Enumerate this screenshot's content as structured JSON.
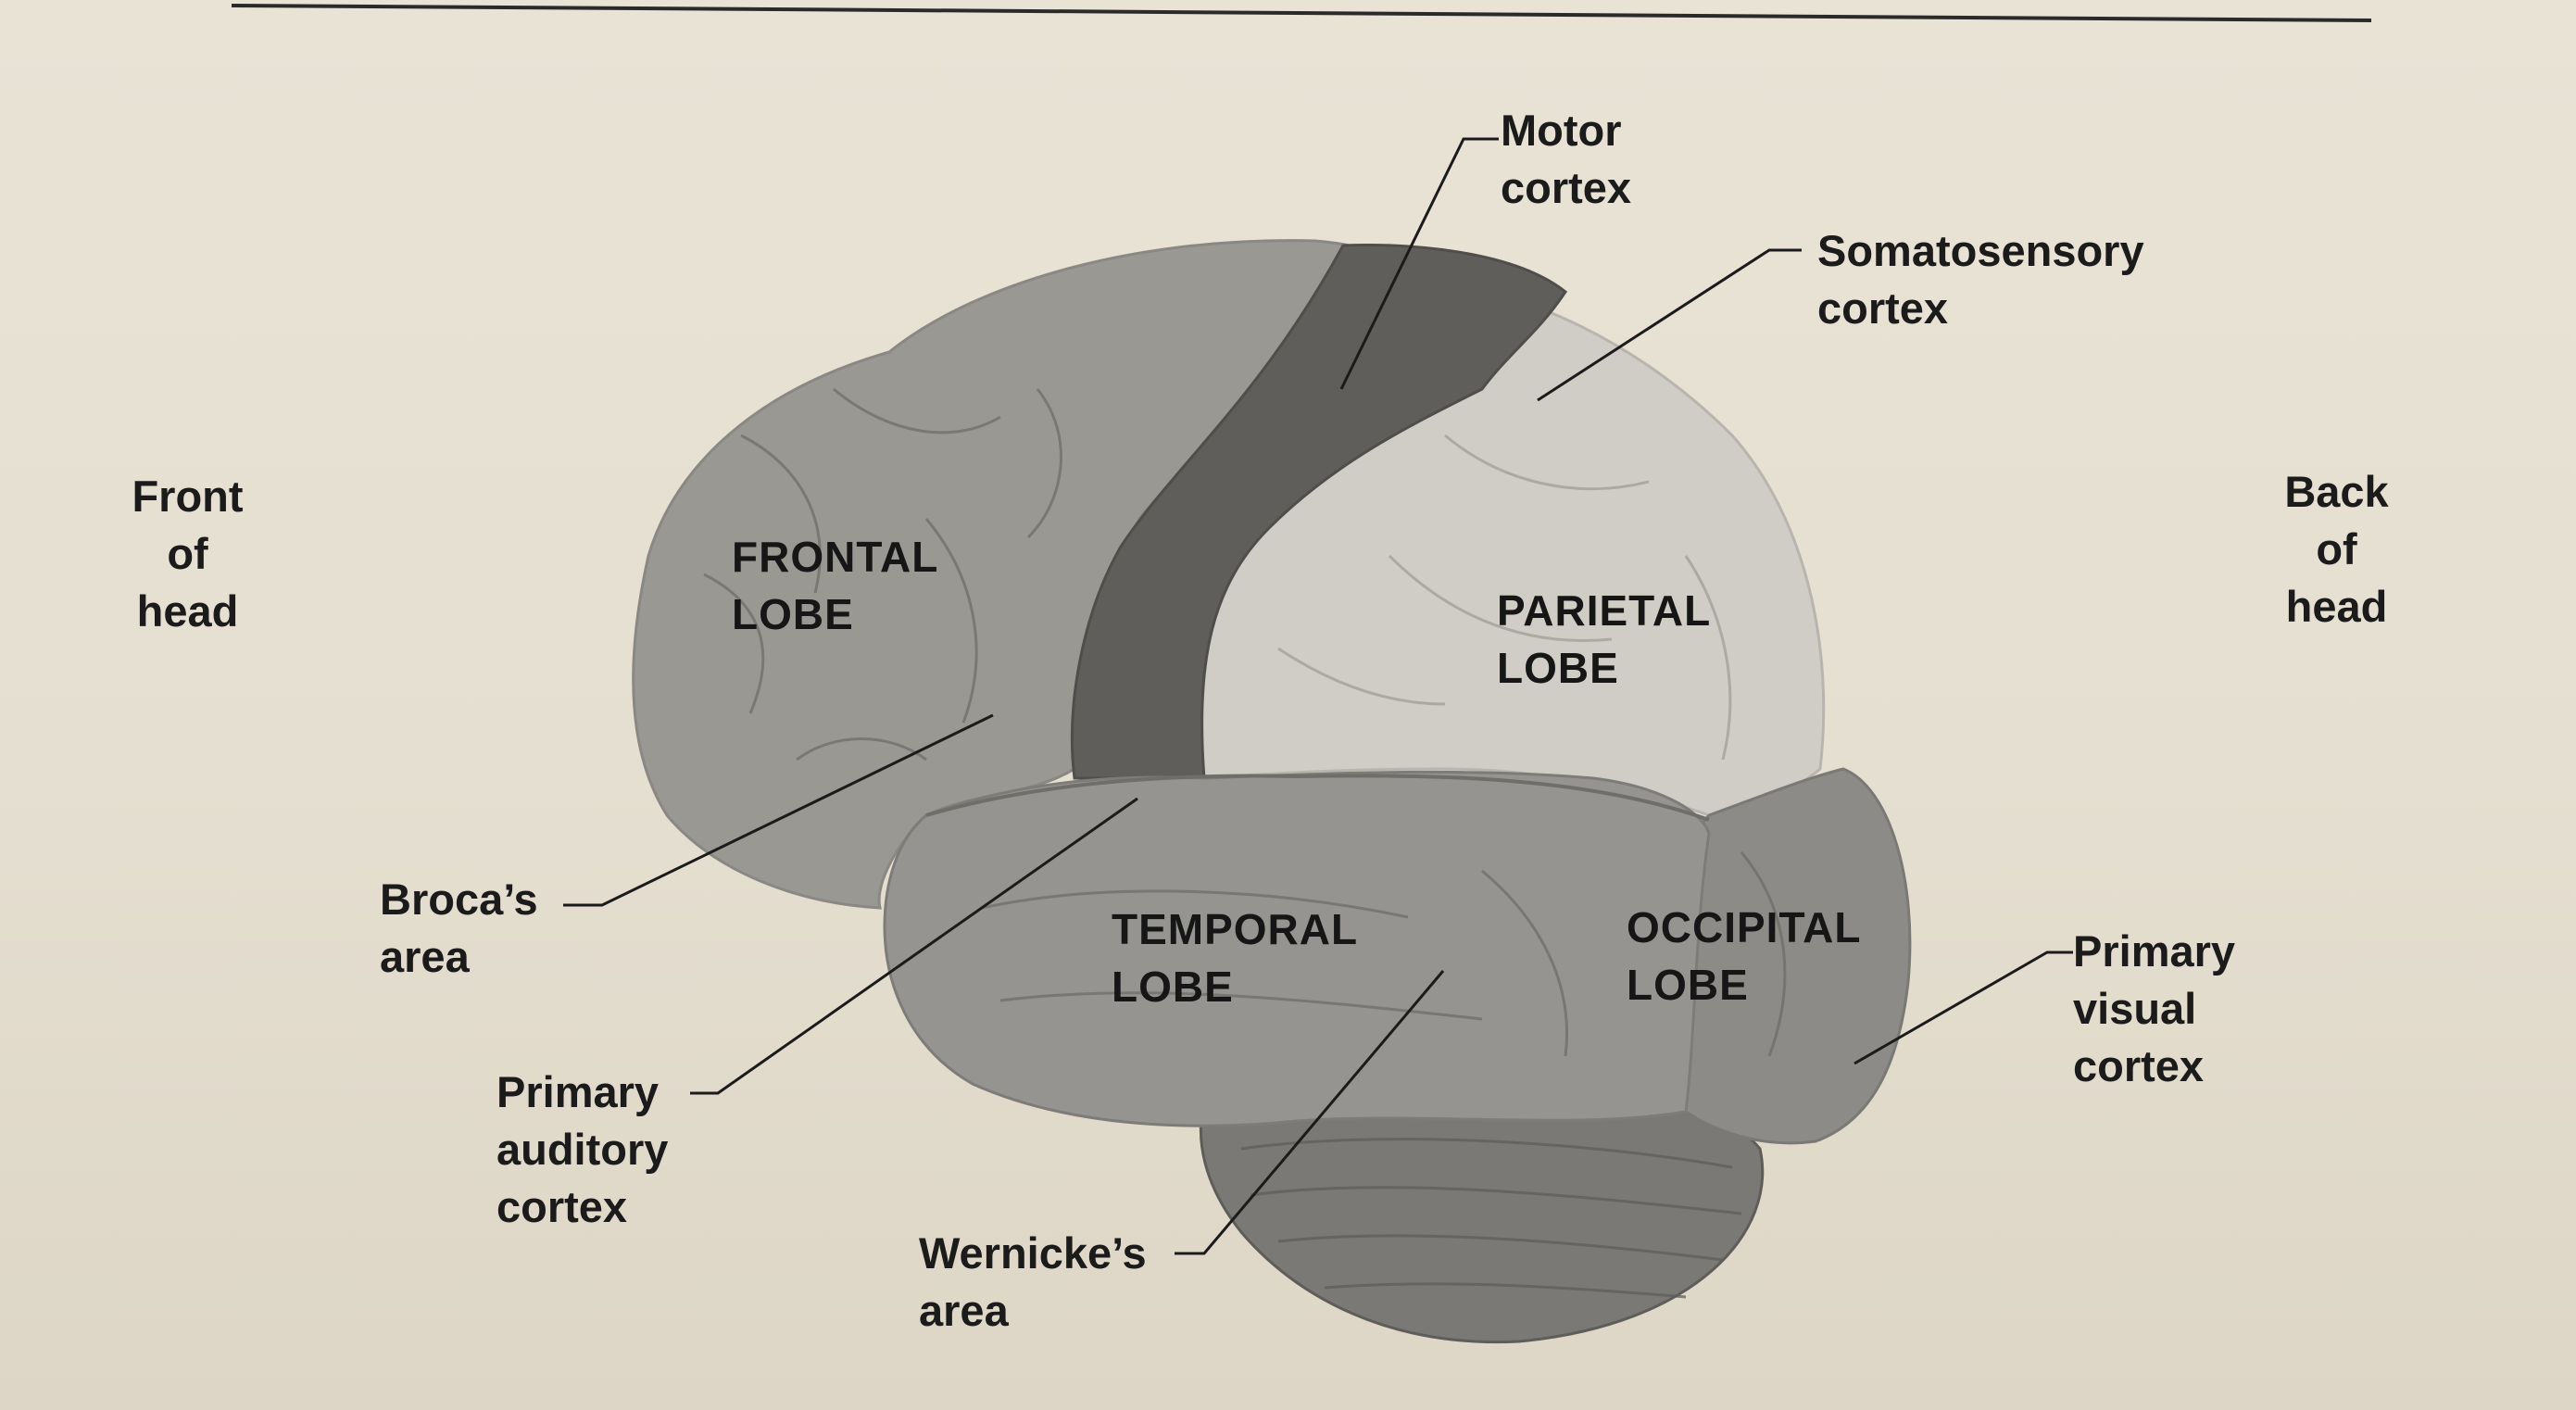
{
  "labels": {
    "motor_cortex": [
      "Motor",
      "cortex"
    ],
    "somatosensory_cortex": [
      "Somatosensory",
      "cortex"
    ],
    "front_of_head": [
      "Front",
      "of",
      "head"
    ],
    "back_of_head": [
      "Back",
      "of",
      "head"
    ],
    "brocas_area": [
      "Broca’s",
      "area"
    ],
    "primary_auditory_cortex": [
      "Primary",
      "auditory",
      "cortex"
    ],
    "wernickes_area": [
      "Wernicke’s",
      "area"
    ],
    "primary_visual_cortex": [
      "Primary",
      "visual",
      "cortex"
    ]
  },
  "lobes": {
    "frontal": [
      "FRONTAL",
      "LOBE"
    ],
    "parietal": [
      "PARIETAL",
      "LOBE"
    ],
    "temporal": [
      "TEMPORAL",
      "LOBE"
    ],
    "occipital": [
      "OCCIPITAL",
      "LOBE"
    ]
  },
  "colors": {
    "paper": "#e7e1d3",
    "frontal_lobe": "#9a9893",
    "motor_cortex": "#5f5e5b",
    "parietal_lobe": "#cfcdc5",
    "temporal_lobe": "#959490",
    "occipital_lobe": "#8c8b87",
    "cerebellum": "#7a7976",
    "leader_line": "#1b1b1b"
  }
}
